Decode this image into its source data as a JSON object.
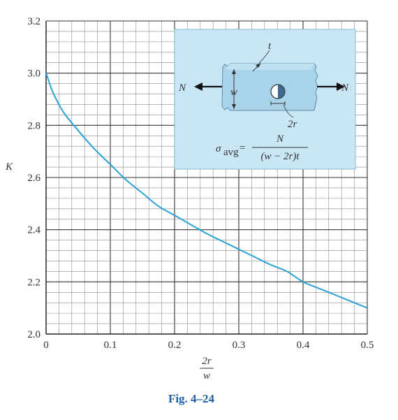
{
  "chart_data": {
    "type": "line",
    "ylabel": "K",
    "xlabel": {
      "numerator": "2r",
      "denominator": "w"
    },
    "xlim": [
      0,
      0.5
    ],
    "ylim": [
      2.0,
      3.2
    ],
    "xticks": [
      {
        "value": 0,
        "label": "0"
      },
      {
        "value": 0.1,
        "label": "0.1"
      },
      {
        "value": 0.2,
        "label": "0.2"
      },
      {
        "value": 0.3,
        "label": "0.3"
      },
      {
        "value": 0.4,
        "label": "0.4"
      },
      {
        "value": 0.5,
        "label": "0.5"
      }
    ],
    "yticks": [
      {
        "value": 2.0,
        "label": "2.0"
      },
      {
        "value": 2.2,
        "label": "2.2"
      },
      {
        "value": 2.4,
        "label": "2.4"
      },
      {
        "value": 2.6,
        "label": "2.6"
      },
      {
        "value": 2.8,
        "label": "2.8"
      },
      {
        "value": 3.0,
        "label": "3.0"
      },
      {
        "value": 3.2,
        "label": "3.2"
      }
    ],
    "grid": true,
    "series": [
      {
        "color": "#29a3d6",
        "x": [
          0,
          0.01,
          0.02,
          0.03,
          0.05,
          0.075,
          0.1,
          0.125,
          0.15,
          0.175,
          0.2,
          0.225,
          0.25,
          0.275,
          0.3,
          0.325,
          0.35,
          0.375,
          0.4,
          0.425,
          0.45,
          0.475,
          0.5
        ],
        "y": [
          3.0,
          2.93,
          2.88,
          2.84,
          2.78,
          2.71,
          2.65,
          2.59,
          2.54,
          2.49,
          2.455,
          2.42,
          2.385,
          2.355,
          2.325,
          2.295,
          2.265,
          2.24,
          2.2,
          2.175,
          2.15,
          2.125,
          2.1
        ]
      }
    ]
  },
  "inset": {
    "label_N_left": "N",
    "label_N_right": "N",
    "label_t": "t",
    "label_w": "w",
    "label_2r": "2r",
    "formula_sigma": "σ",
    "formula_sub": "avg",
    "formula_eq": "=",
    "formula_num": "N",
    "formula_den": "(w − 2r)t"
  },
  "caption": "Fig. 4–24",
  "colors": {
    "curve": "#29a3d6",
    "inset_bg": "#c8e6f4",
    "bar": "#a9d3e8",
    "caption": "#1f5fa3"
  }
}
